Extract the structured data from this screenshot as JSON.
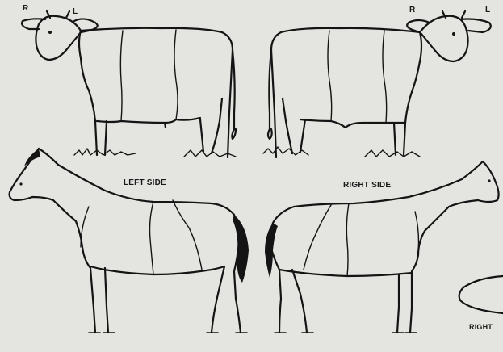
{
  "labels": {
    "cow_left_ear_r": "R",
    "cow_left_ear_l": "L",
    "cow_right_ear_r": "R",
    "cow_right_ear_l": "L",
    "left_side": "LEFT SIDE",
    "right_side": "RIGHT SIDE",
    "right_partial": "RIGHT"
  },
  "colors": {
    "paper": "#e4e4e1",
    "ink": "#141414"
  }
}
